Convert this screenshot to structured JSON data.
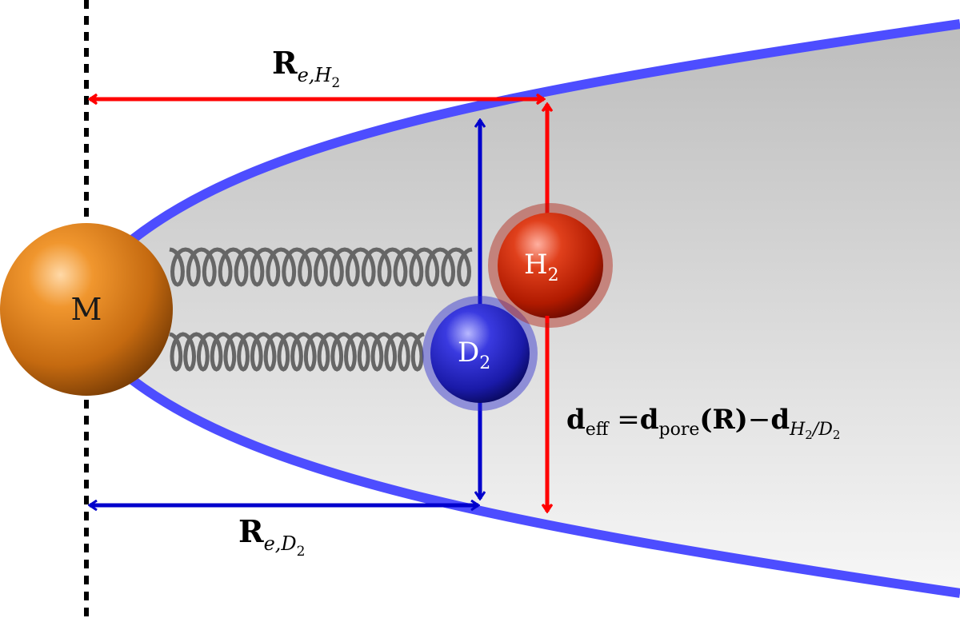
{
  "labels": {
    "re_h2_main": "R",
    "re_h2_sub": "e,H",
    "re_h2_subsub": "2",
    "re_d2_main": "R",
    "re_d2_sub": "e,D",
    "re_d2_subsub": "2",
    "metal": "M",
    "h2_main": "H",
    "h2_sub": "2",
    "d2_main": "D",
    "d2_sub": "2",
    "eq_d1": "d",
    "eq_eff": "eff",
    "eq_equals": " =",
    "eq_d2": "d",
    "eq_pore": "pore",
    "eq_paren": "(R)",
    "eq_minus": "−",
    "eq_d3": "d",
    "eq_h2d2_a": "H",
    "eq_h2d2_b": "2",
    "eq_h2d2_c": "/D",
    "eq_h2d2_d": "2"
  },
  "colors": {
    "pore_wall": "#4d4dff",
    "h2_arrow": "#ff0000",
    "d2_arrow": "#0000cc",
    "spring": "#666666",
    "metal_ball": "#d9730d",
    "h2_ball": "#cc2200",
    "d2_ball": "#1a1acc"
  }
}
